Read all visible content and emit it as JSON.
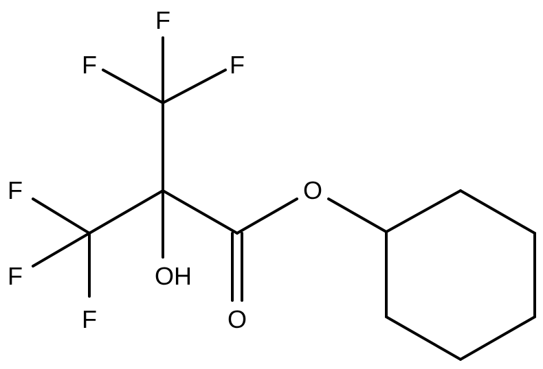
{
  "atom_labels": {
    "f_top": "F",
    "f_upper_left": "F",
    "f_upper_right": "F",
    "f_left": "F",
    "f_lower_left": "F",
    "f_bottom": "F",
    "hydroxyl": "OH",
    "ester_oxygen": "O",
    "carbonyl_oxygen": "O"
  }
}
